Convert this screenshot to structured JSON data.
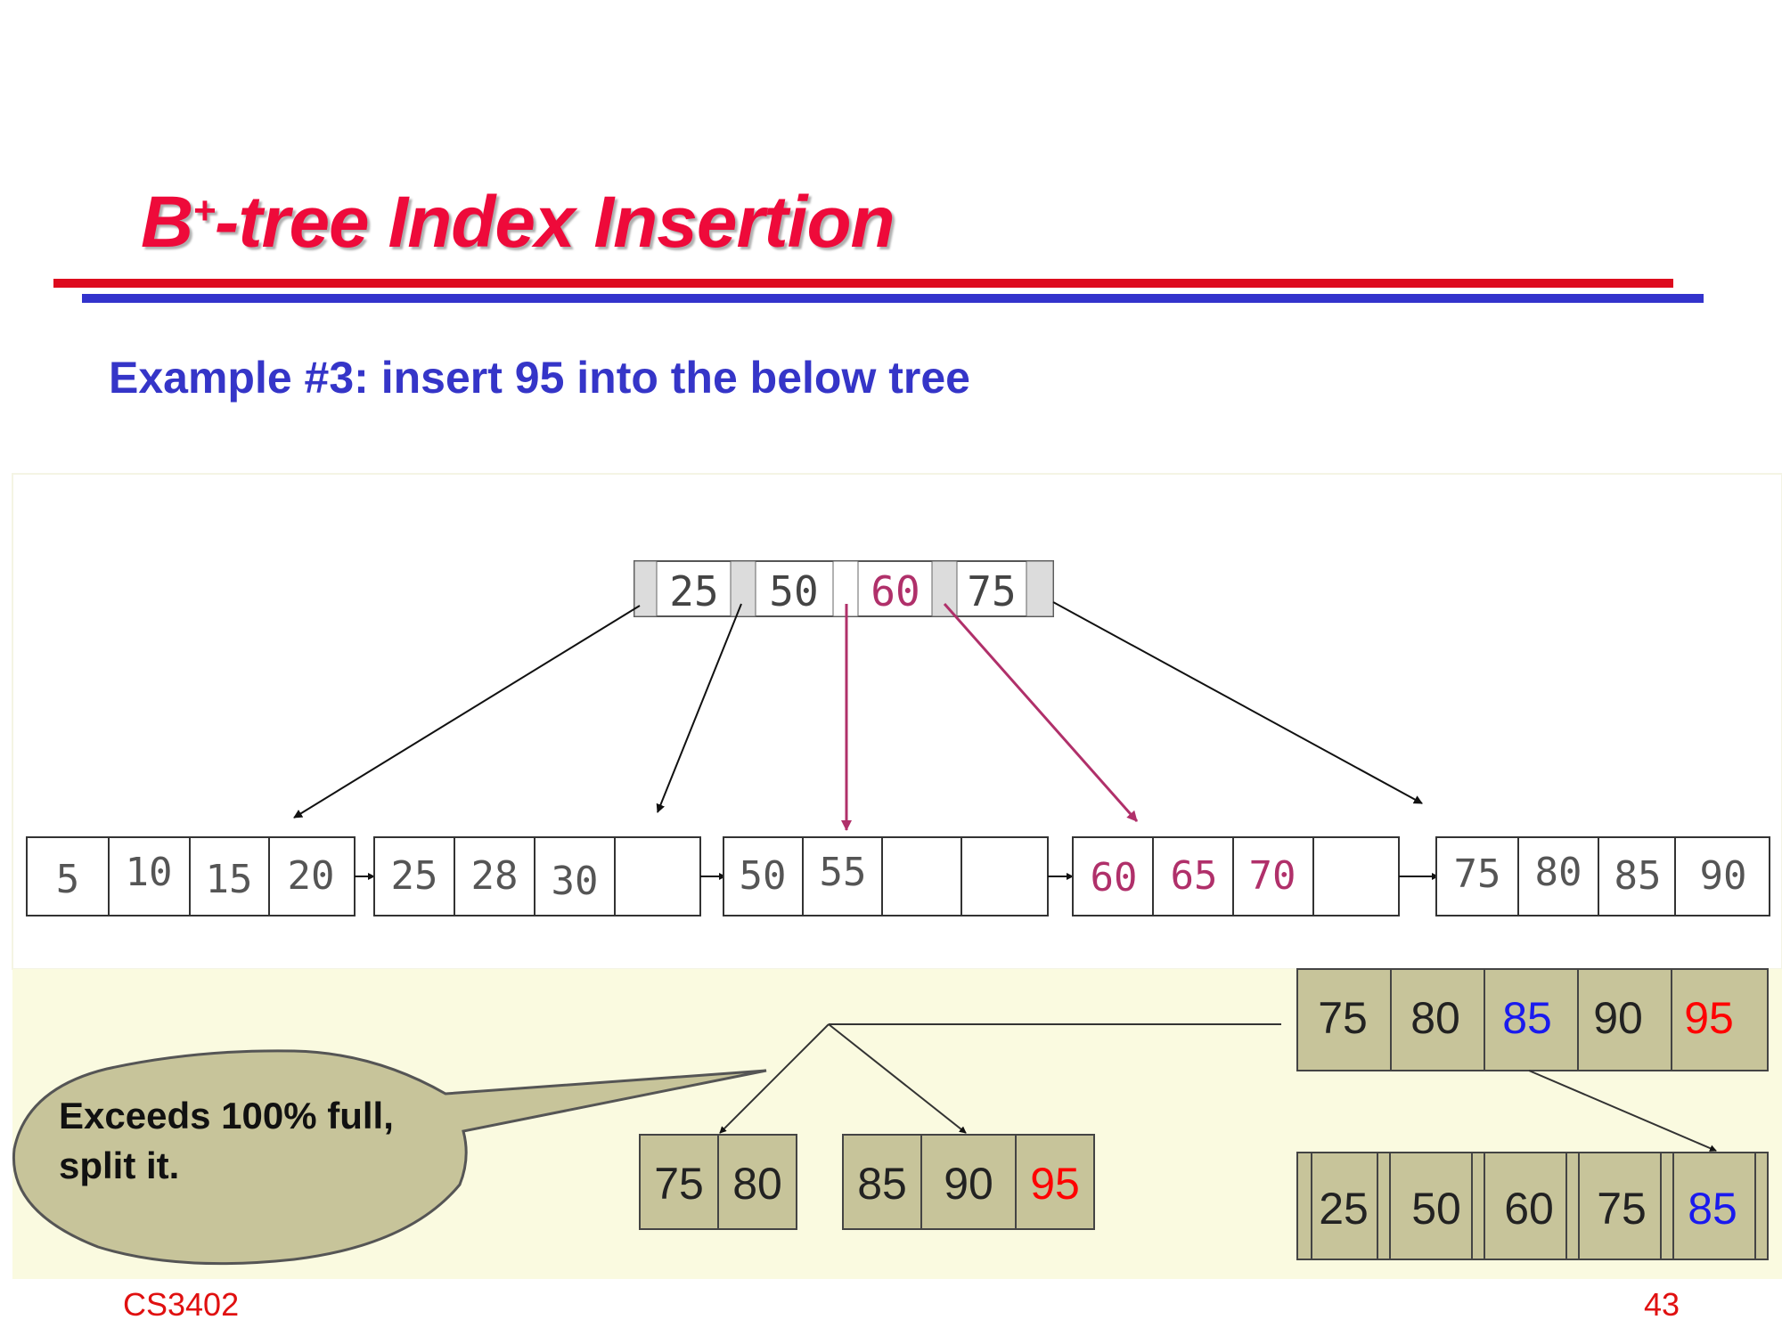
{
  "slide": {
    "title_main": "B",
    "title_sup": "+",
    "title_rest": "-tree Index Insertion",
    "subtitle": "Example #3: insert 95 into the below tree",
    "footer_course": "CS3402",
    "footer_page": "43"
  },
  "colors": {
    "title": "#ee0a3a",
    "subtitle": "#3535c8",
    "highlight_red": "#b0306a",
    "new_value_red": "#ff0000",
    "promoted_blue": "#1a1aee",
    "panel_bg": "#fafae0",
    "node_fill": "#c7c49a"
  },
  "tree": {
    "root_keys": [
      "25",
      "50",
      "60",
      "75"
    ],
    "highlighted_root_key": "60",
    "leaves": [
      {
        "keys": [
          "5",
          "10",
          "15",
          "20"
        ]
      },
      {
        "keys": [
          "25",
          "28",
          "30",
          ""
        ]
      },
      {
        "keys": [
          "50",
          "55",
          "",
          ""
        ]
      },
      {
        "keys": [
          "60",
          "65",
          "70",
          ""
        ],
        "highlighted": true
      },
      {
        "keys": [
          "75",
          "80",
          "85",
          "90"
        ]
      }
    ]
  },
  "insertion": {
    "overfull_node": [
      "75",
      "80",
      "85",
      "90",
      "95"
    ],
    "split_left": [
      "75",
      "80"
    ],
    "split_right": [
      "85",
      "90",
      "95"
    ],
    "new_root": [
      "25",
      "50",
      "60",
      "75",
      "85"
    ],
    "callout_line1": "Exceeds 100% full,",
    "callout_line2": "split it."
  }
}
